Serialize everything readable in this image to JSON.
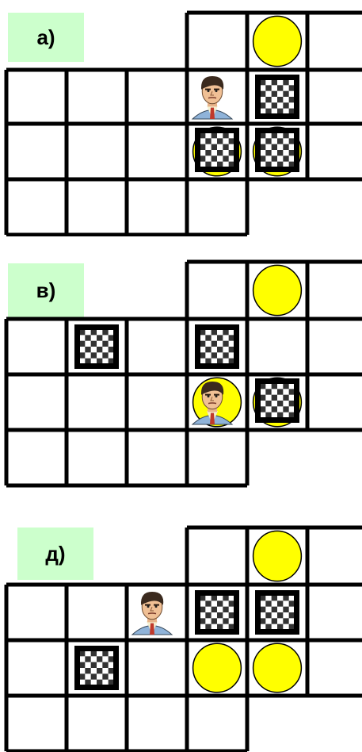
{
  "puzzles": [
    {
      "label": "а)",
      "top_row": [
        null,
        null,
        null,
        "empty",
        "target",
        "empty"
      ],
      "rows": [
        [
          "empty",
          "empty",
          "empty",
          "player",
          "box",
          "empty"
        ],
        [
          "empty",
          "empty",
          "empty",
          "box_on_target",
          "box_on_target",
          "empty"
        ],
        [
          "empty",
          "empty",
          "empty",
          "empty",
          null,
          null
        ]
      ]
    },
    {
      "label": "в)",
      "top_row": [
        null,
        null,
        null,
        "empty",
        "target",
        "empty"
      ],
      "rows": [
        [
          "empty",
          "box",
          "empty",
          "box",
          "empty",
          "empty"
        ],
        [
          "empty",
          "empty",
          "empty",
          "player_on_target",
          "box_on_target",
          "empty"
        ],
        [
          "empty",
          "empty",
          "empty",
          "empty",
          null,
          null
        ]
      ]
    },
    {
      "label": "д)",
      "top_row": [
        null,
        null,
        null,
        "empty",
        "target",
        "empty"
      ],
      "rows": [
        [
          "empty",
          "empty",
          "player",
          "box",
          "box",
          "empty"
        ],
        [
          "empty",
          "box",
          "empty",
          "target",
          "target",
          "empty"
        ],
        [
          "empty",
          "empty",
          "empty",
          "empty",
          null,
          null
        ]
      ]
    }
  ],
  "colors": {
    "target": "#ffff00",
    "label_bg": "#ccffcc",
    "grid": "#000000"
  }
}
